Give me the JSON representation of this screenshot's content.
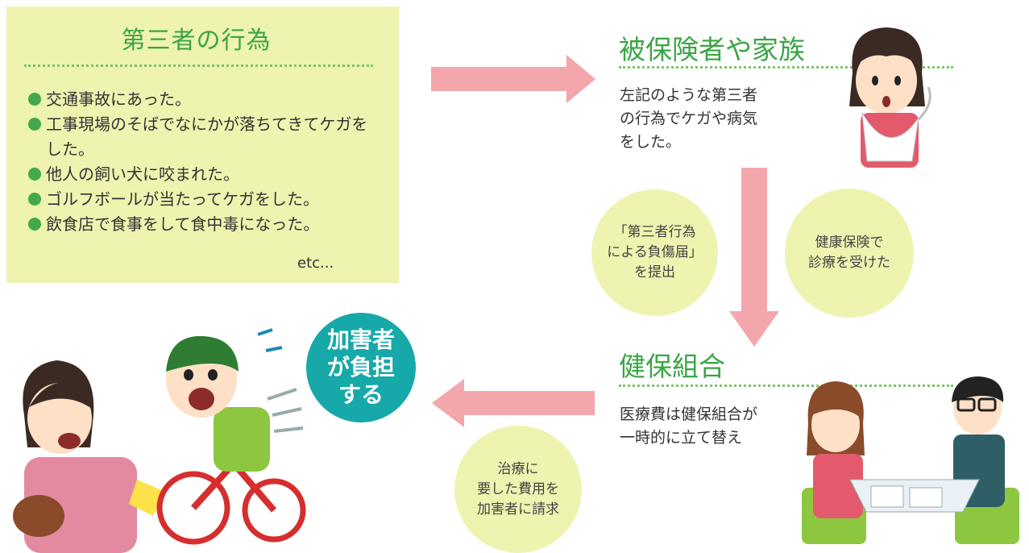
{
  "third_party": {
    "title": "第三者の行為",
    "items": [
      "交通事故にあった。",
      "工事現場のそばでなにかが落ちてきてケガをした。",
      "他人の飼い犬に咬まれた。",
      "ゴルフボールが当たってケガをした。",
      "飲食店で食事をして食中毒になった。"
    ],
    "etc": "etc..."
  },
  "insured": {
    "title": "被保険者や家族",
    "text_lines": [
      "左記のような第三者",
      "の行為でケガや病気",
      "をした。"
    ]
  },
  "circles": {
    "report_lines": [
      "「第三者行為",
      "による負傷届」",
      "を提出"
    ],
    "treatment_lines": [
      "健康保険で",
      "診療を受けた"
    ],
    "claim_lines": [
      "治療に",
      "要した費用を",
      "加害者に請求"
    ]
  },
  "union": {
    "title": "健保組合",
    "text_lines": [
      "医療費は健保組合が",
      "一時的に立て替え"
    ]
  },
  "badge": {
    "lines": [
      "加害者",
      "が負担",
      "する"
    ]
  },
  "colors": {
    "arrow": "#f4a6ad",
    "heading": "#3aa544",
    "box_bg": "#eef3b0",
    "badge": "#17a8a9"
  }
}
